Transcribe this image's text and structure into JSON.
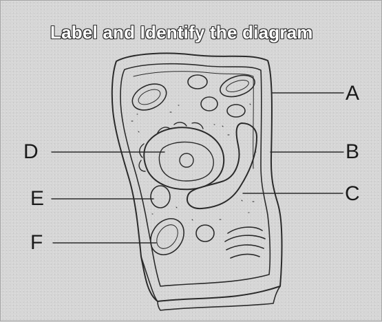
{
  "title": "Label and Identify the diagram",
  "labels": {
    "a": "A",
    "b": "B",
    "c": "C",
    "d": "D",
    "e": "E",
    "f": "F"
  },
  "colors": {
    "background": "#d6d6d6",
    "line": "#2a2a2a"
  }
}
